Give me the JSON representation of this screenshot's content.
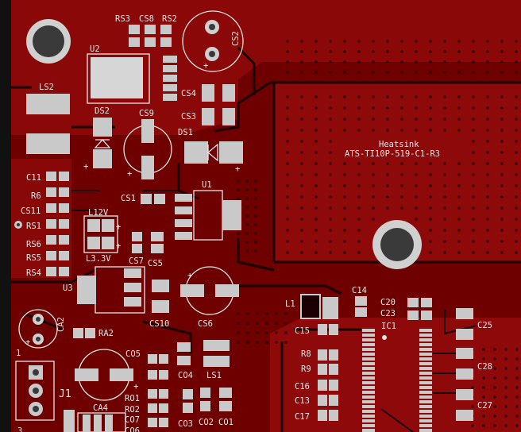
{
  "colors": {
    "board": "#6e0000",
    "copper": "#8e0a0a",
    "pad": "#c9c9c9",
    "silkscreen": "#e6e6e6",
    "gap": "#1a0000"
  },
  "labels": {
    "rs3": "RS3",
    "cs8": "CS8",
    "rs2": "RS2",
    "cs2": "CS2",
    "u2": "U2",
    "ls2": "LS2",
    "ds2": "DS2",
    "cs9": "CS9",
    "ds1": "DS1",
    "cs4": "CS4",
    "cs3": "CS3",
    "c11": "C11",
    "r6": "R6",
    "cs11": "CS11",
    "rs1": "RS1",
    "rs6": "RS6",
    "rs5": "RS5",
    "rs4": "RS4",
    "l12v": "L12V",
    "l33v": "L3.3V",
    "cs1": "CS1",
    "u1": "U1",
    "cs7": "CS7",
    "cs5": "CS5",
    "u3": "U3",
    "cs10": "CS10",
    "cs6": "CS6",
    "l1": "L1",
    "c14": "C14",
    "c20": "C20",
    "c23": "C23",
    "ic1": "IC1",
    "c15": "C15",
    "r8": "R8",
    "r9": "R9",
    "c16": "C16",
    "c13": "C13",
    "c17": "C17",
    "c25": "C25",
    "c28": "C28",
    "c27": "C27",
    "ca2": "CA2",
    "ra2": "RA2",
    "pin1": "1",
    "j1": "J1",
    "co5": "CO5",
    "co4": "CO4",
    "ls1": "LS1",
    "ro1": "RO1",
    "ro2": "RO2",
    "co7": "CO7",
    "co3": "CO3",
    "co2": "CO2",
    "co1": "CO1",
    "ca4": "CA4",
    "heatsink_title": "Heatsink",
    "heatsink_part": "ATS-TI10P-519-C1-R3"
  }
}
